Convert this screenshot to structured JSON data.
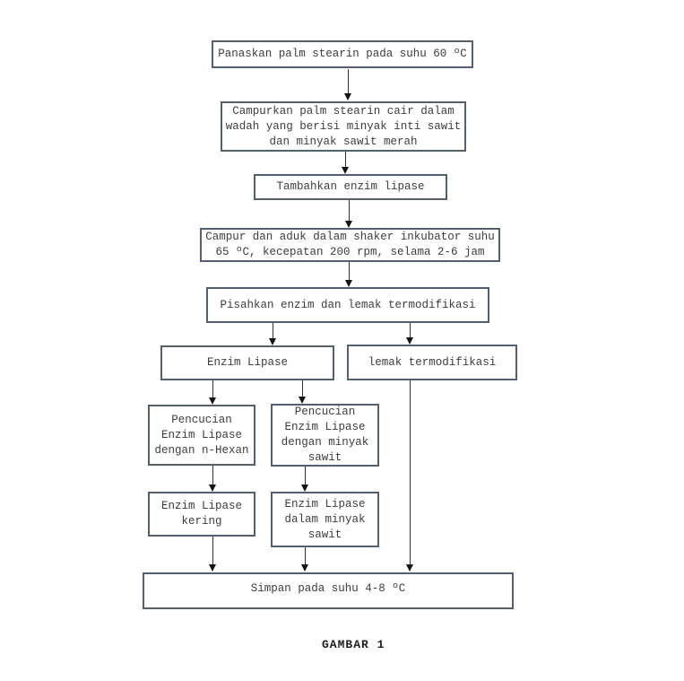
{
  "figure": {
    "caption": "GAMBAR 1"
  },
  "flowchart": {
    "type": "flowchart",
    "language": "Indonesian",
    "nodes": {
      "panaskan": {
        "label": "Panaskan palm stearin pada suhu 60 ºC"
      },
      "campurkan": {
        "label": "Campurkan palm stearin cair dalam\nwadah yang berisi minyak inti sawit\ndan minyak sawit merah"
      },
      "tambahkan": {
        "label": "Tambahkan enzim lipase"
      },
      "campur_aduk": {
        "label": "Campur dan aduk dalam shaker inkubator suhu\n65 ºC, kecepatan 200 rpm, selama 2-6 jam"
      },
      "pisahkan": {
        "label": "Pisahkan enzim dan lemak termodifikasi"
      },
      "enzim_lipase": {
        "label": "Enzim Lipase"
      },
      "lemak_termodifikasi": {
        "label": "lemak termodifikasi"
      },
      "pencucian_nhexan": {
        "label": "Pencucian\nEnzim Lipase\ndengan n-Hexan"
      },
      "pencucian_minyak_sawit": {
        "label": "Pencucian\nEnzim Lipase\ndengan minyak\nsawit"
      },
      "enzim_lipase_kering": {
        "label": "Enzim Lipase\nkering"
      },
      "enzim_lipase_dalam_minyak_sawit": {
        "label": "Enzim Lipase\ndalam minyak\nsawit"
      },
      "simpan": {
        "label": "Simpan pada suhu 4-8 ºC"
      }
    },
    "edges": [
      {
        "from": "panaskan",
        "to": "campurkan"
      },
      {
        "from": "campurkan",
        "to": "tambahkan"
      },
      {
        "from": "tambahkan",
        "to": "campur_aduk"
      },
      {
        "from": "campur_aduk",
        "to": "pisahkan"
      },
      {
        "from": "pisahkan",
        "to": "enzim_lipase"
      },
      {
        "from": "pisahkan",
        "to": "lemak_termodifikasi"
      },
      {
        "from": "enzim_lipase",
        "to": "pencucian_nhexan"
      },
      {
        "from": "enzim_lipase",
        "to": "pencucian_minyak_sawit"
      },
      {
        "from": "pencucian_nhexan",
        "to": "enzim_lipase_kering"
      },
      {
        "from": "pencucian_minyak_sawit",
        "to": "enzim_lipase_dalam_minyak_sawit"
      },
      {
        "from": "enzim_lipase_kering",
        "to": "simpan"
      },
      {
        "from": "enzim_lipase_dalam_minyak_sawit",
        "to": "simpan"
      },
      {
        "from": "lemak_termodifikasi",
        "to": "simpan"
      }
    ],
    "colors": {
      "box_border": "#55606e",
      "text": "#3d3d3d",
      "arrow": "#141414",
      "background": "#ffffff"
    }
  }
}
